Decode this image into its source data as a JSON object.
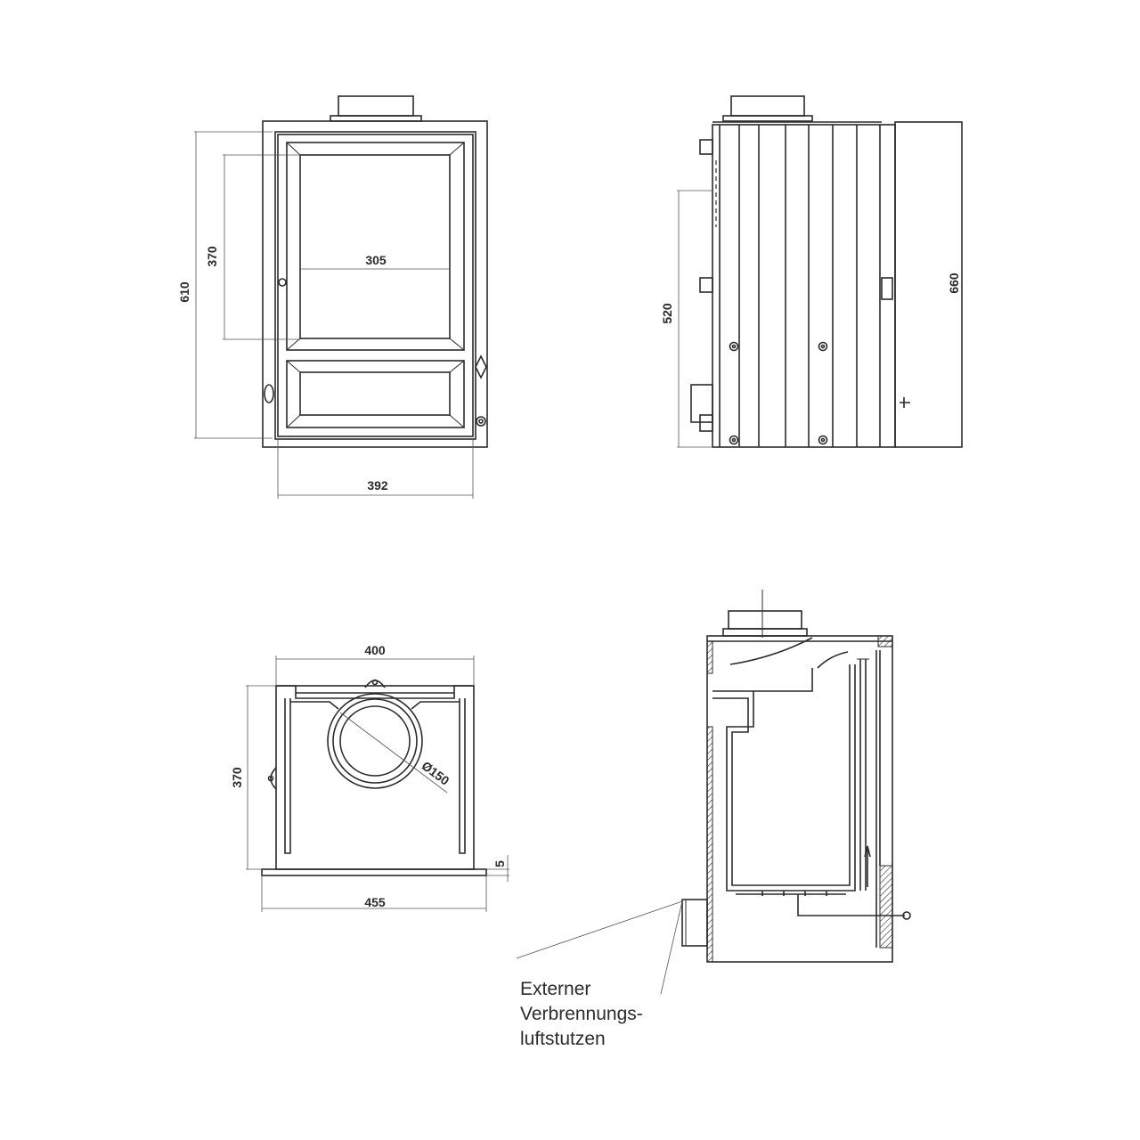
{
  "front_view": {
    "dim_height_total": "610",
    "dim_window_height": "370",
    "dim_window_width": "305",
    "dim_width": "392"
  },
  "side_view": {
    "dim_height_left": "520",
    "dim_height_right": "660"
  },
  "top_view": {
    "dim_top_width": "400",
    "dim_depth": "370",
    "dim_flue_diameter": "Ø150",
    "dim_offset": "5",
    "dim_bottom_width": "455"
  },
  "section_view": {
    "callout_line1": "Externer",
    "callout_line2": "Verbrennungs-",
    "callout_line3": "luftstutzen"
  }
}
